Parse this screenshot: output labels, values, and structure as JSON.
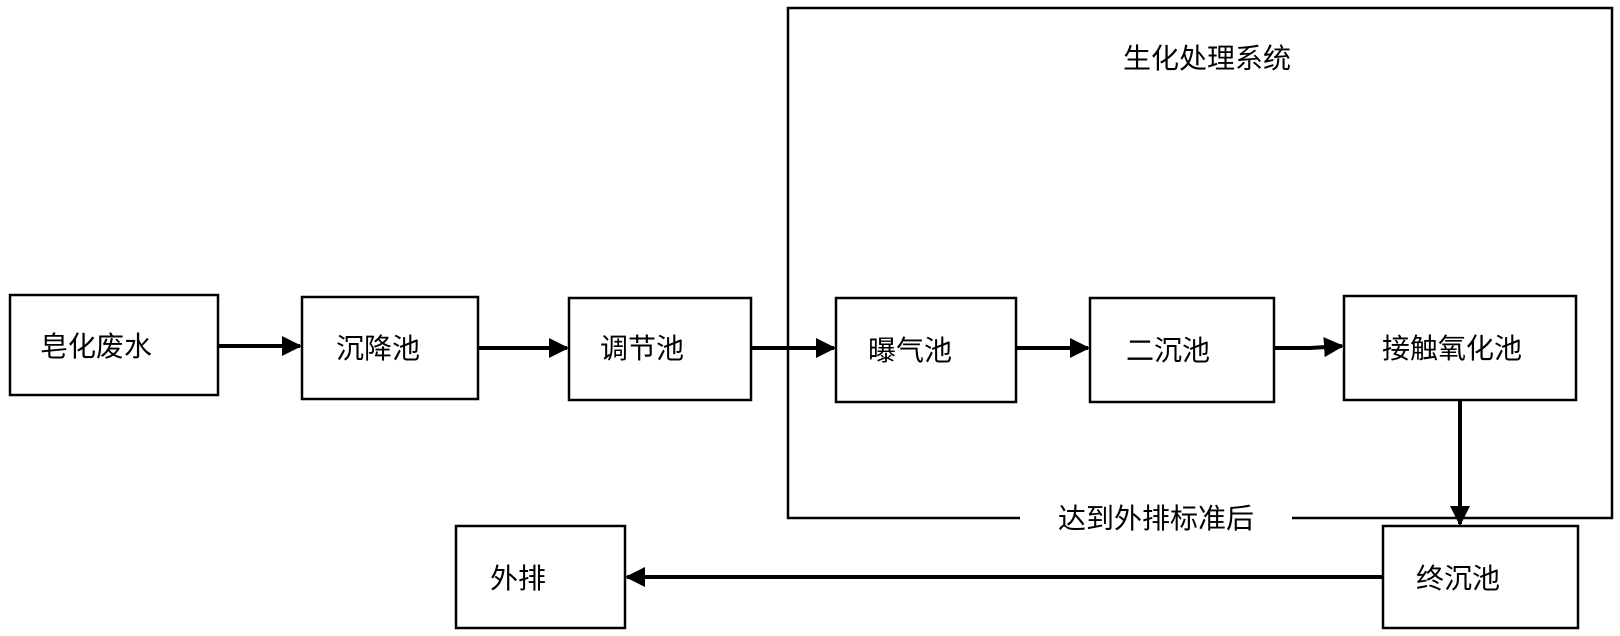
{
  "diagram": {
    "group": {
      "title": "生化处理系统"
    },
    "nodes": {
      "saponification_wastewater": "皂化废水",
      "settling_tank": "沉降池",
      "regulating_tank": "调节池",
      "aeration_tank": "曝气池",
      "secondary_clarifier": "二沉池",
      "contact_oxidation_tank": "接触氧化池",
      "final_settling_tank": "终沉池",
      "discharge": "外排"
    },
    "edges": [
      {
        "from": "皂化废水",
        "to": "沉降池"
      },
      {
        "from": "沉降池",
        "to": "调节池"
      },
      {
        "from": "调节池",
        "to": "曝气池"
      },
      {
        "from": "曝气池",
        "to": "二沉池"
      },
      {
        "from": "二沉池",
        "to": "接触氧化池"
      },
      {
        "from": "接触氧化池",
        "to": "终沉池"
      },
      {
        "from": "终沉池",
        "to": "外排",
        "label": "达到外排标准后"
      }
    ],
    "edge_label": "达到外排标准后"
  }
}
